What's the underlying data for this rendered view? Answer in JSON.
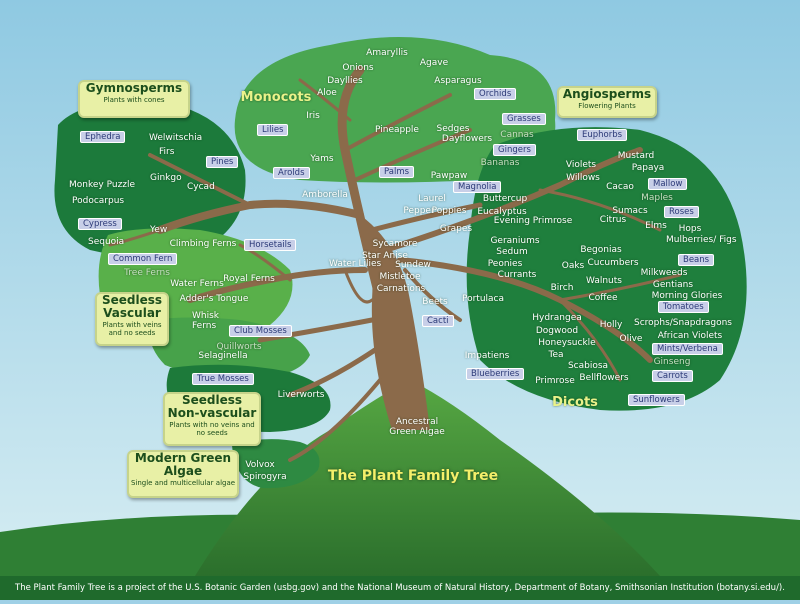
{
  "title": "The Plant Family Tree",
  "footer": "The Plant Family Tree is a project of the U.S. Botanic Garden (usbg.gov) and the National Museum of Natural History, Department of Botany, Smithsonian Institution (botany.si.edu/).",
  "colors": {
    "sky": "#9fd0e6",
    "mountain": "#2e7d32",
    "trunk": "#8b6a4a",
    "canopy_dark": "#1f7a3a",
    "canopy_light": "#43a047",
    "box_fill": "#e8f0a6",
    "tag_fill": "#c8cfe8",
    "title_text": "#f5ef6a"
  },
  "boxes": [
    {
      "id": "gymnosperms",
      "title": "Gymnosperms",
      "subtitle": "Plants with cones"
    },
    {
      "id": "angiosperms",
      "title": "Angiosperms",
      "subtitle": "Flowering Plants"
    },
    {
      "id": "seedless-vascular",
      "title": "Seedless Vascular",
      "subtitle": "Plants with veins and no seeds"
    },
    {
      "id": "seedless-nonvascular",
      "title": "Seedless Non-vascular",
      "subtitle": "Plants with no veins and no seeds"
    },
    {
      "id": "modern-green-algae",
      "title": "Modern Green Algae",
      "subtitle": "Single and multicellular algae"
    }
  ],
  "group_labels": {
    "monocots": "Monocots",
    "dicots": "Dicots"
  },
  "tags": [
    "Ephedra",
    "Pines",
    "Cypress",
    "Orchids",
    "Grasses",
    "Lilies",
    "Arolds",
    "Palms",
    "Gingers",
    "Euphorbs",
    "Magnolia",
    "Mallow",
    "Roses",
    "Beans",
    "Horsetails",
    "Common Fern",
    "Club Mosses",
    "Cacti",
    "Tomatoes",
    "Mints/Verbena",
    "Carrots",
    "True Mosses",
    "Blueberries",
    "Sunflowers"
  ],
  "plants": [
    "Welwitschia",
    "Firs",
    "Ginkgo",
    "Cycad",
    "Monkey Puzzle",
    "Podocarpus",
    "Yew",
    "Sequoia",
    "Amaryllis",
    "Onions",
    "Agave",
    "Dayllies",
    "Aloe",
    "Asparagus",
    "Iris",
    "Pineapple",
    "Sedges",
    "Dayflowers",
    "Cannas",
    "Bananas",
    "Yams",
    "Amborella",
    "Pawpaw",
    "Laurel",
    "Pepper",
    "Poppies",
    "Buttercup",
    "Eucalyptus",
    "Evening Primrose",
    "Violets",
    "Willows",
    "Mustard",
    "Papaya",
    "Cacao",
    "Maples",
    "Sumacs",
    "Citrus",
    "Elms",
    "Hops",
    "Mulberries/ Figs",
    "Grapes",
    "Geraniums",
    "Sedum",
    "Peonies",
    "Currants",
    "Begonias",
    "Cucumbers",
    "Oaks",
    "Walnuts",
    "Birch",
    "Milkweeds",
    "Gentians",
    "Morning Glories",
    "Coffee",
    "Scrophs/Snapdragons",
    "Holly",
    "African Violets",
    "Olive",
    "Ginseng",
    "Hydrangea",
    "Dogwood",
    "Honeysuckle",
    "Tea",
    "Scabiosa",
    "Bellflowers",
    "Primrose",
    "Impatiens",
    "Portulaca",
    "Beets",
    "Mistletoe",
    "Carnations",
    "Sundew",
    "Star Anise",
    "Water Lilies",
    "Sycamore",
    "Climbing Ferns",
    "Tree Ferns",
    "Royal Ferns",
    "Water Ferns",
    "Adder's Tongue",
    "Whisk Ferns",
    "Quillworts",
    "Selaginella",
    "Liverworts",
    "Ancestral Green Algae",
    "Volvox",
    "Spirogyra"
  ]
}
